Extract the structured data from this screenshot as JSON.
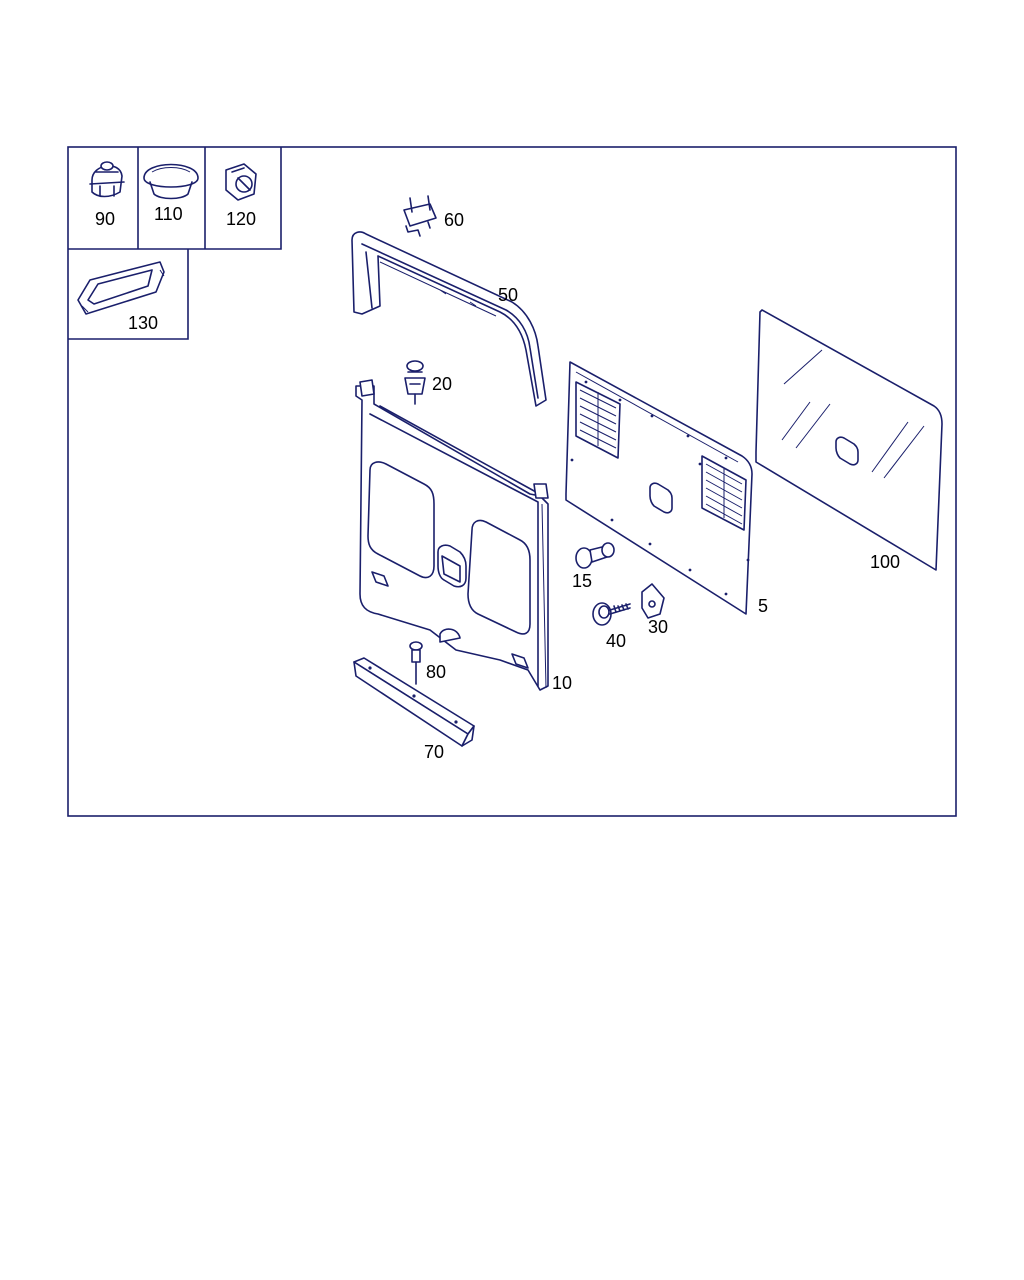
{
  "colors": {
    "line": "#1a1f6b",
    "text": "#000000",
    "background": "#ffffff"
  },
  "inset_labels": {
    "p90": "90",
    "p110": "110",
    "p120": "120",
    "p130": "130"
  },
  "labels": {
    "p60": "60",
    "p50": "50",
    "p20": "20",
    "p10": "10",
    "p80": "80",
    "p70": "70",
    "p15": "15",
    "p40": "40",
    "p30": "30",
    "p5": "5",
    "p100": "100"
  }
}
